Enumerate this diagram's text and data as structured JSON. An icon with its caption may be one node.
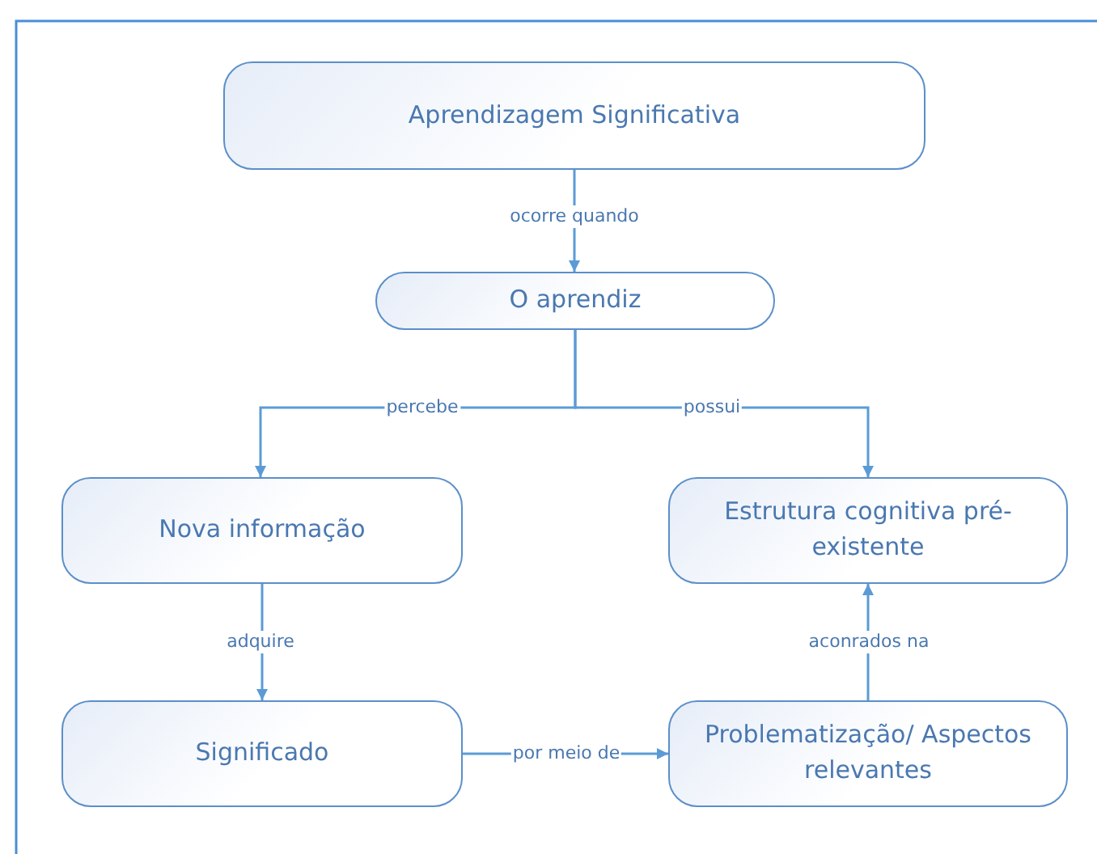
{
  "diagram": {
    "nodes": [
      {
        "text": [
          "Aprendizagem Significativa"
        ]
      },
      {
        "text": [
          "O aprendiz"
        ]
      },
      {
        "text": [
          "Nova informação"
        ]
      },
      {
        "text": [
          "Estrutura cognitiva pré-existente"
        ]
      },
      {
        "text": [
          "Significado"
        ]
      },
      {
        "text": [
          "Problematização/ Aspectos relevantes"
        ]
      }
    ],
    "edges": [
      {
        "from": 0,
        "to": 1,
        "arrow": "to",
        "label": "ocorre quando"
      },
      {
        "from": 1,
        "to": 2,
        "arrow": "to",
        "label": "percebe"
      },
      {
        "from": 1,
        "to": 3,
        "arrow": "to",
        "label": "possui"
      },
      {
        "from": 2,
        "to": 4,
        "arrow": "to",
        "label": "adquire"
      },
      {
        "from": 4,
        "to": 5,
        "arrow": "to",
        "label": "por meio de"
      },
      {
        "from": 5,
        "to": 3,
        "arrow": "to",
        "label": "aconrados na"
      }
    ]
  }
}
